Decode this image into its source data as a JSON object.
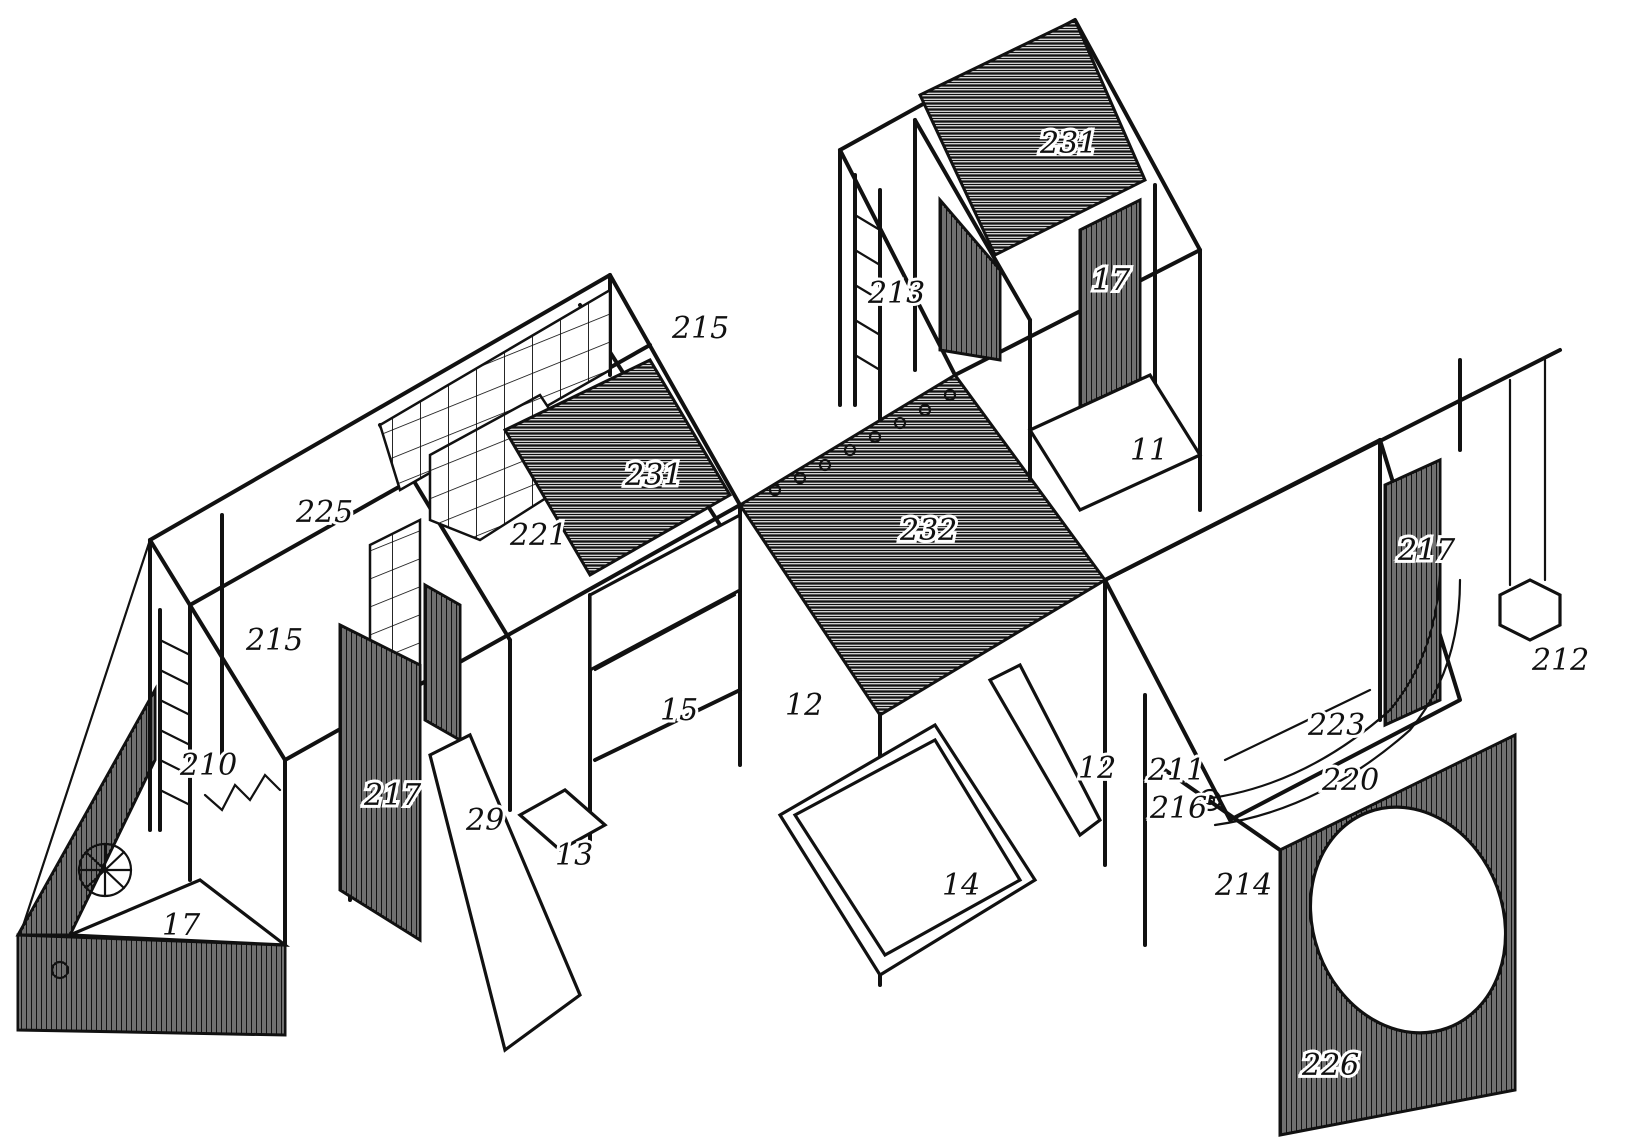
{
  "labels": {
    "l11": "11",
    "l12a": "12",
    "l12b": "12",
    "l13": "13",
    "l14": "14",
    "l15": "15",
    "l17a": "17",
    "l17b": "17",
    "l29": "29",
    "l210": "210",
    "l211": "211",
    "l212": "212",
    "l213": "213",
    "l214": "214",
    "l215a": "215",
    "l215b": "215",
    "l216": "216",
    "l217a": "217",
    "l217b": "217",
    "l220": "220",
    "l221": "221",
    "l223": "223",
    "l225": "225",
    "l226": "226",
    "l231a": "231",
    "l231b": "231",
    "l232": "232"
  }
}
